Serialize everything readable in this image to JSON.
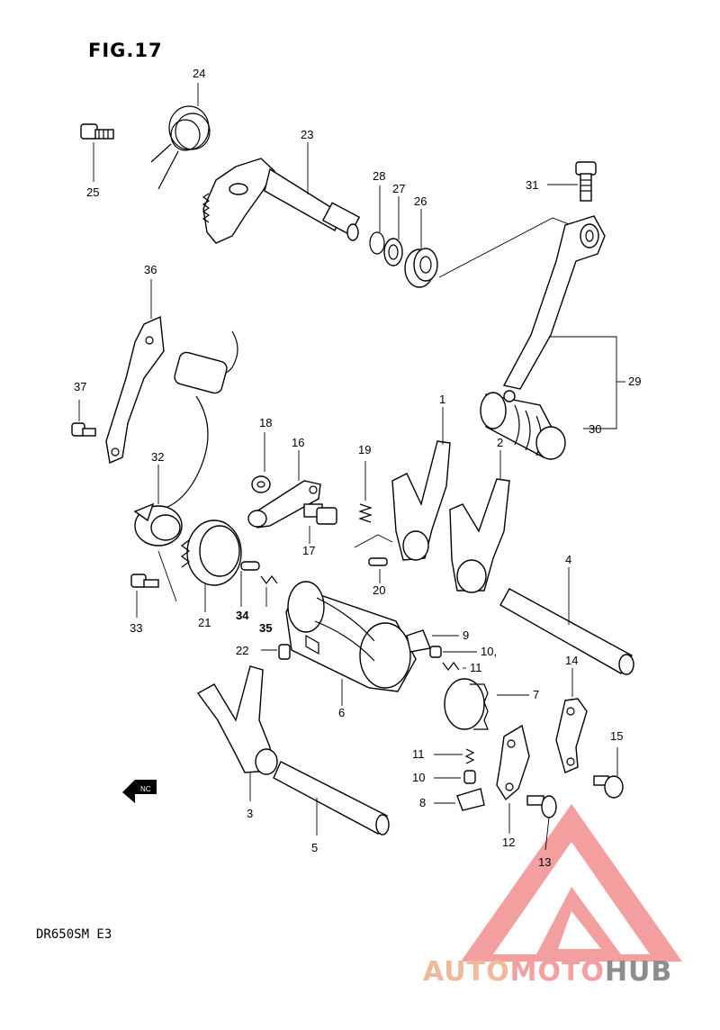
{
  "figure": {
    "title": "FIG.17",
    "model_code": "DR650SM  E3"
  },
  "callouts": {
    "c1": "1",
    "c2": "2",
    "c3": "3",
    "c4": "4",
    "c5": "5",
    "c6": "6",
    "c7": "7",
    "c8": "8",
    "c9": "9",
    "c10a": "10,",
    "c10b": "10",
    "c11a": "11",
    "c11b": "11",
    "c12": "12",
    "c13": "13",
    "c14": "14",
    "c15": "15",
    "c16": "16",
    "c17": "17",
    "c18": "18",
    "c19": "19",
    "c20": "20",
    "c21": "21",
    "c22": "22",
    "c23": "23",
    "c24": "24",
    "c25": "25",
    "c26": "26",
    "c27": "27",
    "c28": "28",
    "c29": "29",
    "c30": "30",
    "c31": "31",
    "c32": "32",
    "c33": "33",
    "c34": "34",
    "c35": "35",
    "c36": "36",
    "c37": "37"
  },
  "direction_arrow": "NC",
  "watermark": {
    "part1": "AUTO",
    "part2": "MOTO",
    "part3": "HUB",
    "colors": {
      "auto": "#f1b89a",
      "moto": "#f2a0a0",
      "hub": "#8d8d8d",
      "logo": "#f08080"
    }
  }
}
